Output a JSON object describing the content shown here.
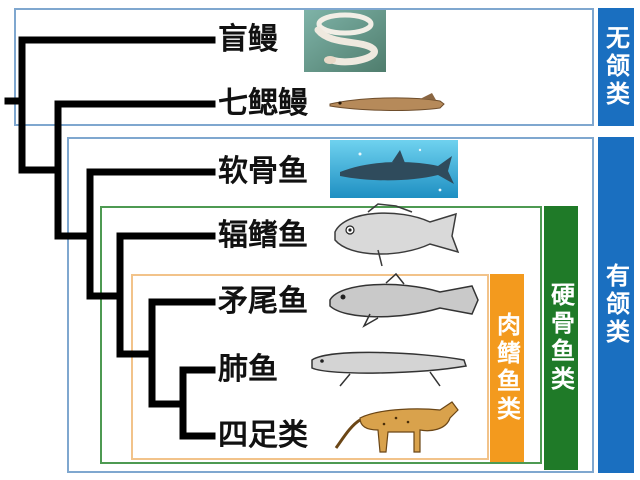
{
  "taxa": [
    {
      "label": "盲鳗",
      "icon": "hagfish-photo"
    },
    {
      "label": "七鳃鳗",
      "icon": "lamprey-drawing"
    },
    {
      "label": "软骨鱼",
      "icon": "shark-photo"
    },
    {
      "label": "辐鳍鱼",
      "icon": "ray-finned-fish-drawing"
    },
    {
      "label": "矛尾鱼",
      "icon": "coelacanth-drawing"
    },
    {
      "label": "肺鱼",
      "icon": "lungfish-drawing"
    },
    {
      "label": "四足类",
      "icon": "cheetah-drawing"
    }
  ],
  "groups": {
    "jawless": {
      "label": "无颌类",
      "color": "#1a6fc0"
    },
    "jawed": {
      "label": "有颌类",
      "color": "#1a6fc0"
    },
    "bony_fish": {
      "label": "硬骨鱼类",
      "color": "#1f7a28"
    },
    "lobe_finned": {
      "label": "肉鳍鱼类",
      "color": "#f39a1e"
    }
  },
  "colors": {
    "jawless_border": "#7fa7cf",
    "jawed_border": "#7fa7cf",
    "bony_border": "#4e9a52",
    "lobe_border": "#f2c38a",
    "tree": "#000000"
  }
}
